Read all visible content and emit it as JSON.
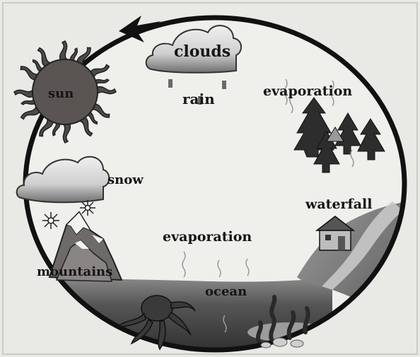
{
  "labels": {
    "clouds": "clouds",
    "rain": "rain",
    "sun": "sun",
    "evaporation_top": "evaporation",
    "snow": "snow",
    "waterfall": "waterfall",
    "evaporation_middle": "evaporation",
    "mountains": "mountains",
    "ocean": "ocean"
  },
  "colors": {
    "background": "#e9e9e6",
    "cycle_ring": "#111111",
    "sun": "#5a5553",
    "cloud": "#d8d8d8",
    "ocean": "#4a4a4a"
  },
  "icons": {
    "cycle_arrow": "arrowhead-icon",
    "sun": "sun-icon",
    "clouds": "cloud-icon",
    "snow": "snowflake-icon",
    "trees": "pine-tree-icon",
    "house": "house-icon",
    "octopus": "octopus-icon",
    "seaweed": "seaweed-icon"
  }
}
